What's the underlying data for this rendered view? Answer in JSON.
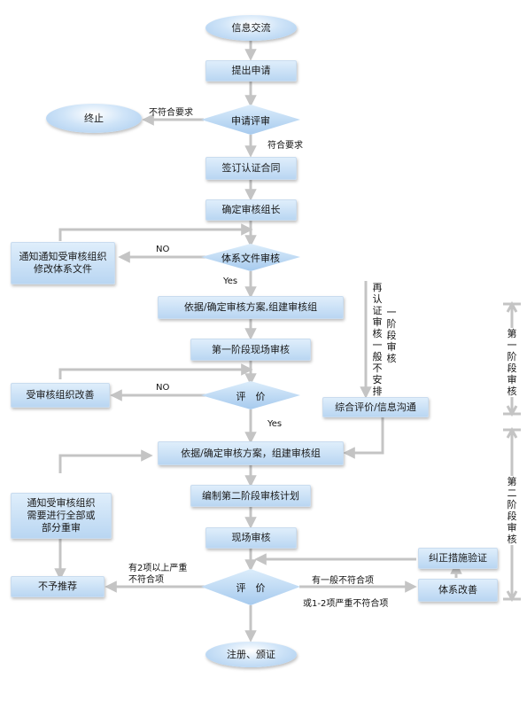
{
  "nodes": {
    "info": "信息交流",
    "apply": "提出申请",
    "review": "申请评审",
    "stop": "终止",
    "contract": "签订认证合同",
    "leader": "确定审核组长",
    "doc_review": "体系文件审核",
    "notify_doc": "通知通知受审核组织修改体系文件",
    "plan1": "依据/确定审核方案,组建审核组",
    "stage1": "第一阶段现场审核",
    "eval1": "评　价",
    "improve1": "受审核组织改善",
    "synth": "综合评价/信息沟通",
    "plan2": "依据/确定审核方案，组建审核组",
    "plan_stage2": "编制第二阶段审核计划",
    "notify_redo": "通知受审核组织需要进行全部或部分重审",
    "site": "现场审核",
    "verify": "纠正措施验证",
    "eval2": "评　价",
    "not_rec": "不予推荐",
    "sys_improve": "体系改善",
    "register": "注册、颁证"
  },
  "labels": {
    "not_meet": "不符合要求",
    "meet": "符合要求",
    "no1": "NO",
    "yes1": "Yes",
    "no2": "NO",
    "yes2": "Yes",
    "two_serious_1": "有2项以上严重",
    "two_serious_2": "不符合项",
    "general_nc": "有一般不符合项",
    "one_two_serious": "或1-2项严重不符合项",
    "re_cert": "再认证审核一般不安排",
    "stage1_review": "一阶段审核",
    "phase1": "第一阶段审核",
    "phase2": "第二阶段审核"
  },
  "colors": {
    "arrow": "#c4c4c4",
    "box_top": "#dfeefb",
    "box_bottom": "#b9d6f2"
  }
}
